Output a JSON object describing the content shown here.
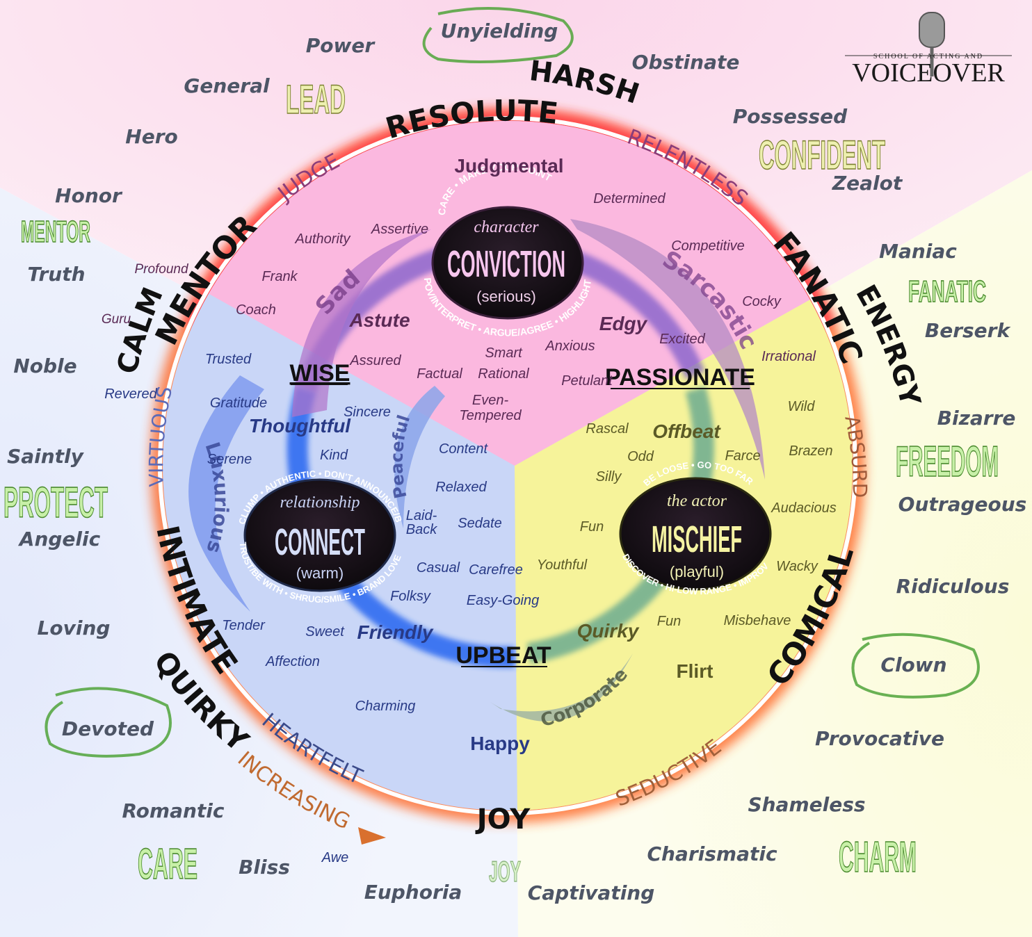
{
  "logo": {
    "small_text": "SCHOOL OF ACTING AND",
    "main_text": "VOICEOVER"
  },
  "ring_labels": {
    "resolute": "RESOLUTE",
    "harsh": "HARSH",
    "judge": "JUDGE",
    "relentless": "RELENTLESS",
    "mentor": "MENTOR",
    "calm": "CALM",
    "virtuous": "VIRTUOUS",
    "fanatic": "FANATIC",
    "energy": "ENERGY",
    "absurd": "ABSURD",
    "intimate": "INTIMATE",
    "quirky": "QUIRKY",
    "heartfelt": "HEARTFELT",
    "increasing": "INCREASING",
    "comical": "COMICAL",
    "seductive": "SEDUCTIVE",
    "joy": "JOY"
  },
  "hubs": {
    "conviction": {
      "top": "character",
      "main": "CONVICTION",
      "sub": "(serious)",
      "arc_top": "CARE • MAKE YOUR POINT",
      "arc_bottom": "POV/INTERPRET • ARGUE/AGREE • HIGHLIGHT"
    },
    "connect": {
      "top": "relationship",
      "main": "CONNECT",
      "sub": "(warm)",
      "arc_top": "CLUMP • AUTHENTIC • DON'T ANNOUNCE/BEND",
      "arc_bottom": "TRUST/BE WITH • SHRUG/SMILE • BRAND LOVE"
    },
    "mischief": {
      "top": "the actor",
      "main": "MISCHIEF",
      "sub": "(playful)",
      "arc_top": "BE LOOSE • GO TOO FAR",
      "arc_bottom": "DISCOVER • HI-LOW RANGE • IMPROV"
    }
  },
  "section_labels": {
    "wise": "WISE",
    "passionate": "PASSIONATE",
    "upbeat": "UPBEAT"
  },
  "arc_words": {
    "sad": "Sad",
    "sarcastic": "Sarcastic",
    "luxurious": "Luxurious",
    "peaceful": "Peaceful",
    "corporate": "Corporate"
  },
  "outer_words": {
    "power": "Power",
    "unyielding": "Unyielding",
    "obstinate": "Obstinate",
    "general": "General",
    "hero": "Hero",
    "honor": "Honor",
    "truth": "Truth",
    "noble": "Noble",
    "saintly": "Saintly",
    "angelic": "Angelic",
    "loving": "Loving",
    "devoted": "Devoted",
    "romantic": "Romantic",
    "bliss": "Bliss",
    "euphoria": "Euphoria",
    "captivating": "Captivating",
    "charismatic": "Charismatic",
    "shameless": "Shameless",
    "provocative": "Provocative",
    "clown": "Clown",
    "ridiculous": "Ridiculous",
    "outrageous": "Outrageous",
    "bizarre": "Bizarre",
    "berserk": "Berserk",
    "maniac": "Maniac",
    "possessed": "Possessed",
    "zealot": "Zealot"
  },
  "big_words": {
    "lead": "LEAD",
    "confident": "CONFIDENT",
    "mentor": "MENTOR",
    "fanatic": "FANATIC",
    "protect": "PROTECT",
    "freedom": "FREEDOM",
    "care": "CARE",
    "joy": "JOY",
    "charm": "CHARM"
  },
  "inner_words": {
    "judgmental": "Judgmental",
    "determined": "Determined",
    "authority": "Authority",
    "assertive": "Assertive",
    "competitive": "Competitive",
    "profound": "Profound",
    "frank": "Frank",
    "coach": "Coach",
    "cocky": "Cocky",
    "guru": "Guru",
    "astute": "Astute",
    "edgy": "Edgy",
    "anxious": "Anxious",
    "excited": "Excited",
    "trusted": "Trusted",
    "assured": "Assured",
    "smart": "Smart",
    "rational": "Rational",
    "factual": "Factual",
    "irrational": "Irrational",
    "petulant": "Petulant",
    "revered": "Revered",
    "even_tempered_1": "Even-",
    "even_tempered_2": "Tempered",
    "gratitude": "Gratitude",
    "wild": "Wild",
    "sincere": "Sincere",
    "thoughtful": "Thoughtful",
    "rascal": "Rascal",
    "offbeat": "Offbeat",
    "serene": "Serene",
    "content": "Content",
    "brazen": "Brazen",
    "kind": "Kind",
    "odd": "Odd",
    "farce": "Farce",
    "silly": "Silly",
    "relaxed": "Relaxed",
    "audacious": "Audacious",
    "laid_back_1": "Laid-",
    "laid_back_2": "Back",
    "sedate": "Sedate",
    "fun": "Fun",
    "youthful": "Youthful",
    "wacky": "Wacky",
    "casual": "Casual",
    "carefree": "Carefree",
    "folksy": "Folksy",
    "easy_going": "Easy-Going",
    "misbehave": "Misbehave",
    "tender": "Tender",
    "fun2": "Fun",
    "sweet": "Sweet",
    "friendly": "Friendly",
    "quirky": "Quirky",
    "affection": "Affection",
    "flirt": "Flirt",
    "charming": "Charming",
    "happy": "Happy"
  }
}
